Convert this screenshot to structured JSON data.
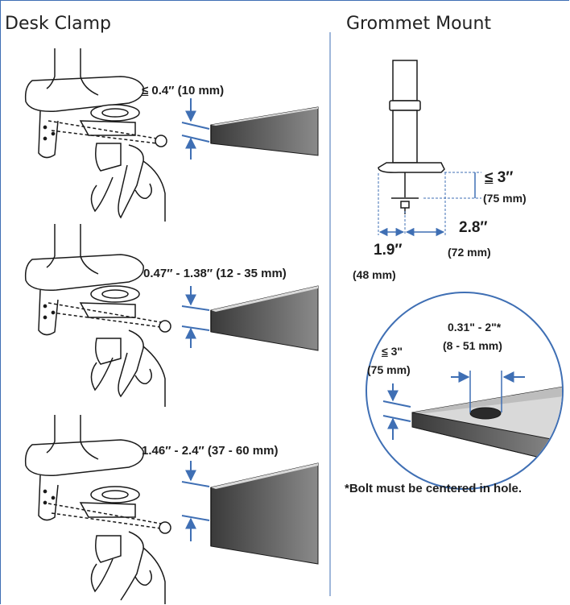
{
  "sections": {
    "desk_clamp": {
      "title": "Desk Clamp",
      "ranges": [
        {
          "prefix": "≤",
          "value": " 0.4″ (10 mm)"
        },
        {
          "prefix": "",
          "value": "0.47″ - 1.38″ (12 - 35 mm)"
        },
        {
          "prefix": "",
          "value": "1.46″ - 2.4″ (37 - 60 mm)"
        }
      ]
    },
    "grommet_mount": {
      "title": "Grommet Mount",
      "thickness": {
        "prefix": "≤",
        "value": " 3″",
        "metric": "(75 mm)"
      },
      "depth_front": {
        "value": "1.9″",
        "metric": "(48 mm)"
      },
      "depth_back": {
        "value": "2.8″",
        "metric": "(72 mm)"
      },
      "hole_thickness": {
        "prefix": "≤",
        "value": " 3\"",
        "metric": "(75 mm)"
      },
      "hole_diameter": {
        "value": "0.31\" - 2\"*",
        "metric": "(8 - 51 mm)"
      },
      "footnote": "*Bolt must be centered in hole."
    }
  },
  "colors": {
    "accent": "#3f6fb4",
    "line": "#1a1a1a",
    "desk_top": "#d9d9d9",
    "desk_edge": "#5f5f5f"
  }
}
